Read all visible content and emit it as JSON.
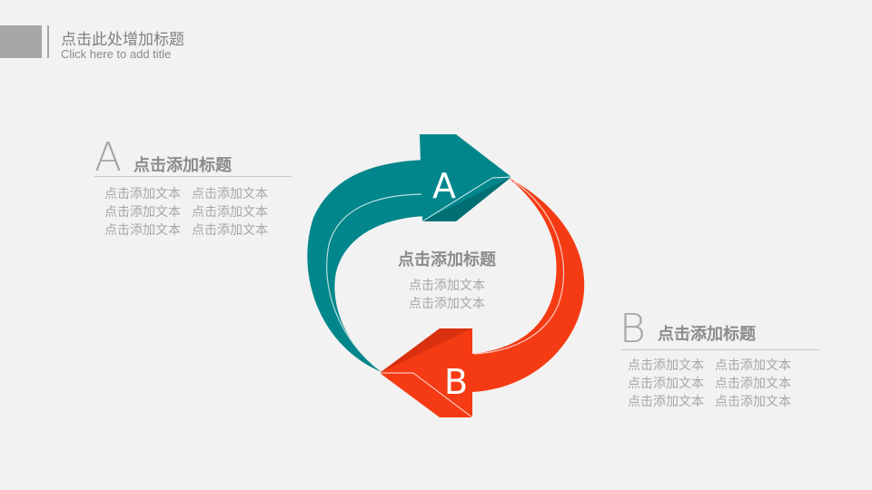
{
  "header": {
    "title": "点击此处增加标题",
    "subtitle": "Click here to add title"
  },
  "section_a": {
    "letter": "A",
    "title": "点击添加标题",
    "lines": [
      "点击添加文本",
      "点击添加文本",
      "点击添加文本",
      "点击添加文本",
      "点击添加文本",
      "点击添加文本"
    ]
  },
  "section_b": {
    "letter": "B",
    "title": "点击添加标题",
    "lines": [
      "点击添加文本",
      "点击添加文本",
      "点击添加文本",
      "点击添加文本",
      "点击添加文本",
      "点击添加文本"
    ]
  },
  "center": {
    "title": "点击添加标题",
    "lines": [
      "点击添加文本",
      "点击添加文本"
    ]
  },
  "arrows": {
    "a_label": "A",
    "b_label": "B",
    "a_color": "#00868b",
    "b_color": "#f53b14"
  }
}
